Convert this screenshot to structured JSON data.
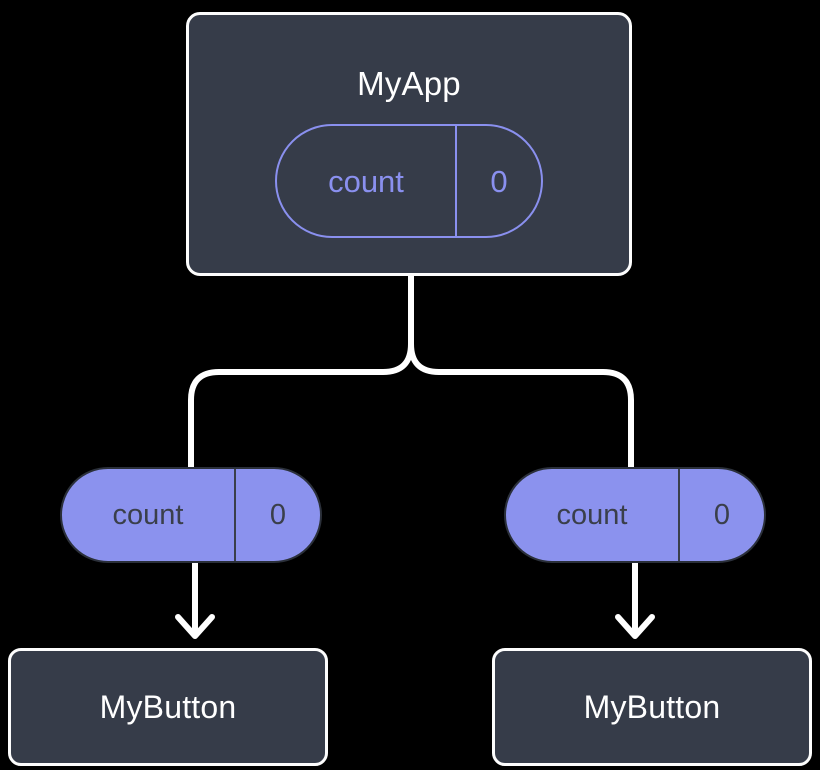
{
  "diagram": {
    "type": "widget-tree",
    "background_color": "#000000",
    "accent_color": "#8b92ee",
    "card_color": "#363c49",
    "outline_color": "#fdfdfd",
    "root": {
      "name": "root-node",
      "title": "MyApp",
      "state_pill": {
        "key": "count",
        "value": "0",
        "style": "outlined"
      }
    },
    "children": [
      {
        "name": "child-left",
        "title": "MyButton",
        "state_pill": {
          "key": "count",
          "value": "0",
          "style": "filled"
        }
      },
      {
        "name": "child-right",
        "title": "MyButton",
        "state_pill": {
          "key": "count",
          "value": "0",
          "style": "filled"
        }
      }
    ],
    "connectors": {
      "fork_color": "#ffffff",
      "arrow_color": "#ffffff",
      "arrow_style": "open-v-head-down"
    }
  }
}
